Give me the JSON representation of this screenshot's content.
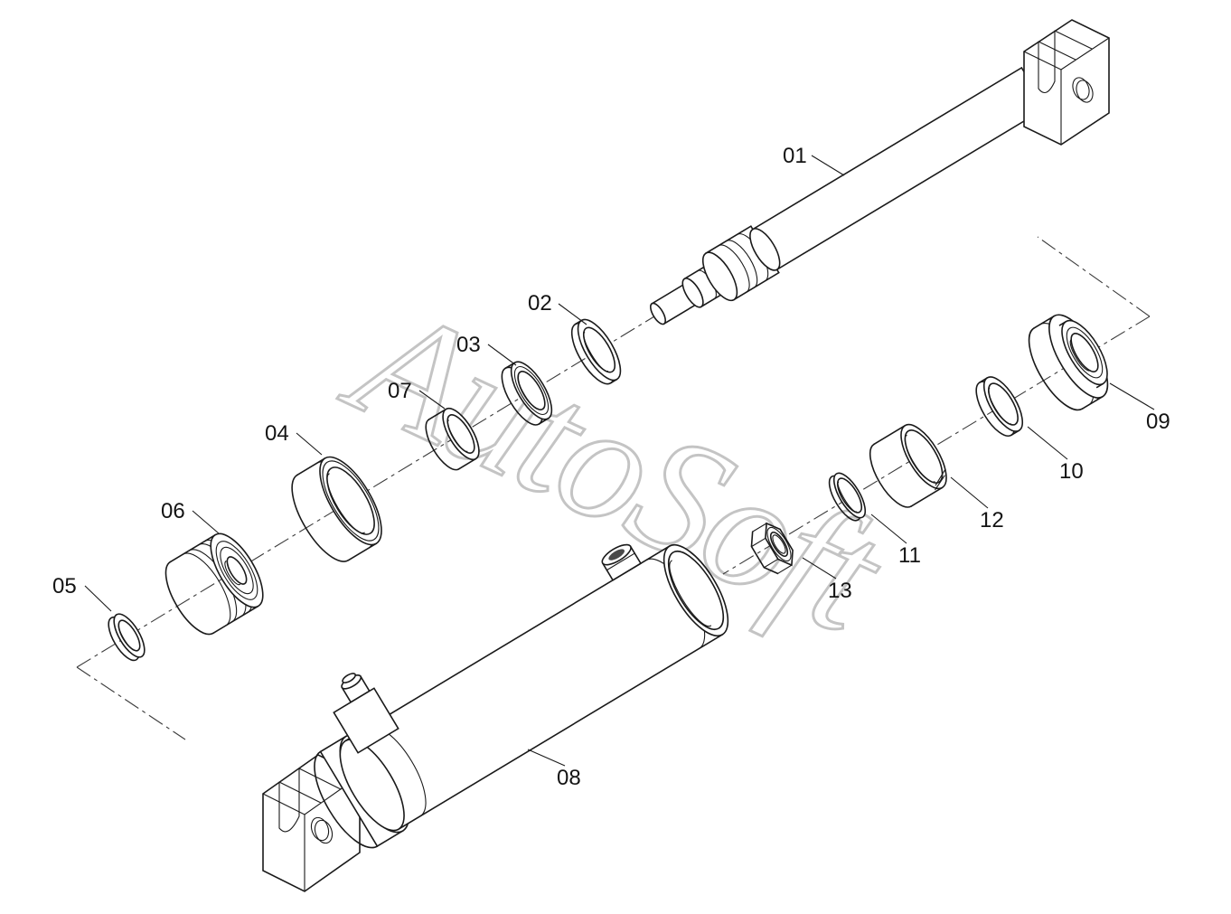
{
  "diagram": {
    "kind": "exploded-parts-line-drawing",
    "watermark": "AutoSoft",
    "colors": {
      "background": "#ffffff",
      "line": "#1a1a1a",
      "centerline": "#3c3c3c",
      "watermark": "#c4c4c4"
    },
    "parts": [
      {
        "number": "01"
      },
      {
        "number": "02"
      },
      {
        "number": "03"
      },
      {
        "number": "04"
      },
      {
        "number": "05"
      },
      {
        "number": "06"
      },
      {
        "number": "07"
      },
      {
        "number": "08"
      },
      {
        "number": "09"
      },
      {
        "number": "10"
      },
      {
        "number": "11"
      },
      {
        "number": "12"
      },
      {
        "number": "13"
      }
    ]
  }
}
